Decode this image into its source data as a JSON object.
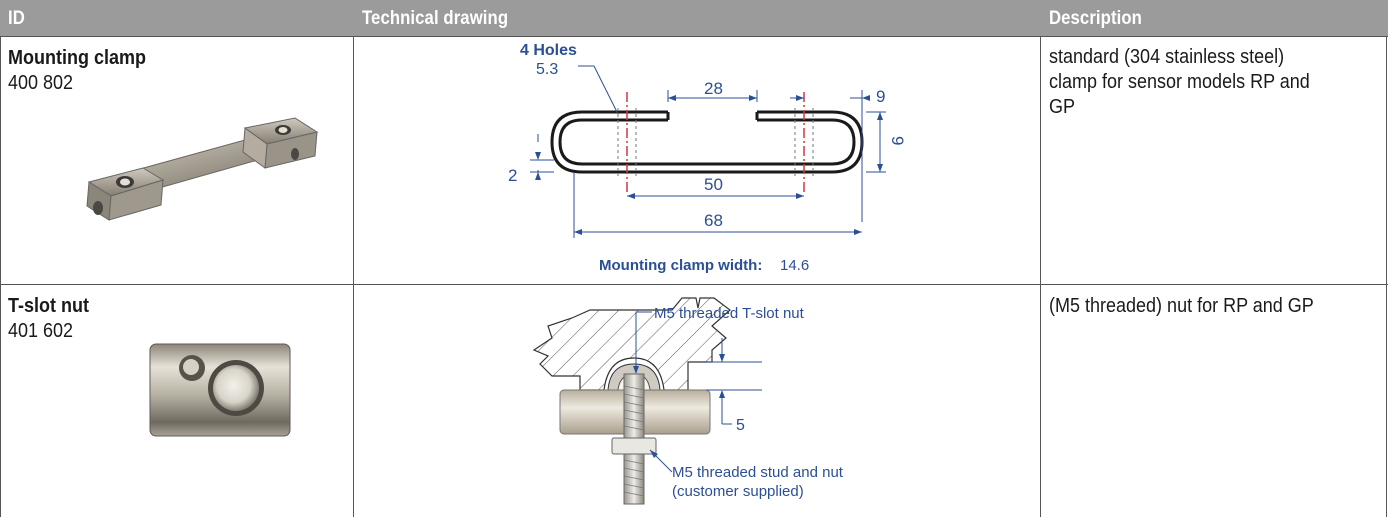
{
  "table": {
    "headers": {
      "id": "ID",
      "drawing": "Technical drawing",
      "description": "Description"
    },
    "rows": [
      {
        "title": "Mounting clamp",
        "code": "400 802",
        "drawing": {
          "holes_label": "4 Holes",
          "hole_dia": "5.3",
          "dim_top": "28",
          "dim_right": "9",
          "dim_height": "9",
          "dim_left": "2",
          "dim_inner": "50",
          "dim_total": "68",
          "width_label": "Mounting clamp width:",
          "width_value": "14.6"
        },
        "description_lines": [
          "standard (304 stainless steel)",
          "clamp for sensor models RP and",
          "GP"
        ]
      },
      {
        "title": "T-slot nut",
        "code": "401 602",
        "drawing": {
          "nut_label": "M5 threaded T-slot nut",
          "dim": "5",
          "stud_label_1": "M5 threaded stud and nut",
          "stud_label_2": "(customer supplied)"
        },
        "description_lines": [
          "(M5 threaded) nut for RP and GP"
        ]
      }
    ]
  },
  "colors": {
    "header_bg": "#9b9b9b",
    "drawing_blue": "#2b4f96",
    "centerline_red": "#d4373c"
  }
}
